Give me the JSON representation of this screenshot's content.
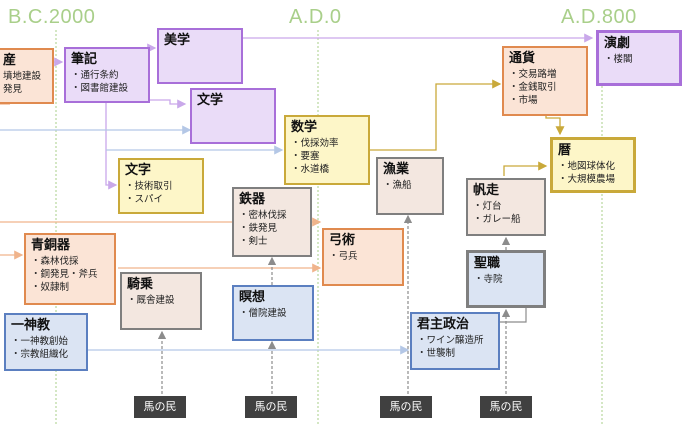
{
  "eras": [
    "B.C.2000",
    "A.D.0",
    "A.D.800"
  ],
  "nodes": {
    "left_top": {
      "title": "産",
      "items": [
        "墳地建設",
        "発見"
      ]
    },
    "hikki": {
      "title": "筆記",
      "items": [
        "通行条約",
        "図書館建設"
      ]
    },
    "bigaku": {
      "title": "美学",
      "items": []
    },
    "bungaku": {
      "title": "文学",
      "items": []
    },
    "moji": {
      "title": "文字",
      "items": [
        "技術取引",
        "スパイ"
      ]
    },
    "sugaku": {
      "title": "数学",
      "items": [
        "伐採効率",
        "要塞",
        "水道橋"
      ]
    },
    "tsuka": {
      "title": "通貨",
      "items": [
        "交易路増",
        "金銭取引",
        "市場"
      ]
    },
    "engeki": {
      "title": "演劇",
      "items": [
        "楼閣"
      ]
    },
    "reki": {
      "title": "暦",
      "items": [
        "地図球体化",
        "大規模農場"
      ]
    },
    "gyogyo": {
      "title": "漁業",
      "items": [
        "漁船"
      ]
    },
    "hanso": {
      "title": "帆走",
      "items": [
        "灯台",
        "ガレー船"
      ]
    },
    "tekki": {
      "title": "鉄器",
      "items": [
        "密林伐採",
        "鉄発見",
        "剣士"
      ]
    },
    "kyujutsu": {
      "title": "弓術",
      "items": [
        "弓兵"
      ]
    },
    "seido": {
      "title": "青銅器",
      "items": [
        "森林伐採",
        "銅発見・斧兵",
        "奴隷制"
      ]
    },
    "kijo": {
      "title": "騎乗",
      "items": [
        "厩舎建設"
      ]
    },
    "meiso": {
      "title": "瞑想",
      "items": [
        "僧院建設"
      ]
    },
    "seishoku": {
      "title": "聖職",
      "items": [
        "寺院"
      ]
    },
    "kunshu": {
      "title": "君主政治",
      "items": [
        "ワイン醸造所",
        "世襲制"
      ]
    },
    "isshinkyo": {
      "title": "一神教",
      "items": [
        "一神教創始",
        "宗教組織化"
      ]
    }
  },
  "tags": [
    "馬の民",
    "馬の民",
    "馬の民",
    "馬の民"
  ],
  "colors": {
    "era": "#a9cf8a",
    "orange": "#e08a4f",
    "purple": "#a86fd9",
    "yellow": "#c9a93a",
    "blue": "#5b7fc0",
    "gray": "#7f7f7f"
  }
}
